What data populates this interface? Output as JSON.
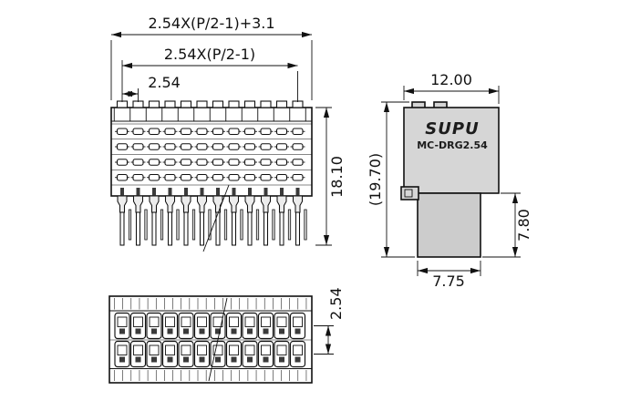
{
  "views": {
    "front": {
      "dim_total": "2.54X(P/2-1)+3.1",
      "dim_span": "2.54X(P/2-1)",
      "dim_pitch": "2.54",
      "dim_height": "18.10"
    },
    "side": {
      "brand": "SUPU",
      "model": "MC-DRG2.54",
      "dim_width": "12.00",
      "dim_total_height": "(19.70)",
      "dim_body_height": "7.80",
      "dim_body_width": "7.75"
    },
    "bottom": {
      "dim_row_pitch": "2.54"
    }
  },
  "colors": {
    "line": "#111111",
    "body_fill": "#d6d6d6",
    "body_fill_lower": "#cccccc",
    "background": "#ffffff"
  }
}
